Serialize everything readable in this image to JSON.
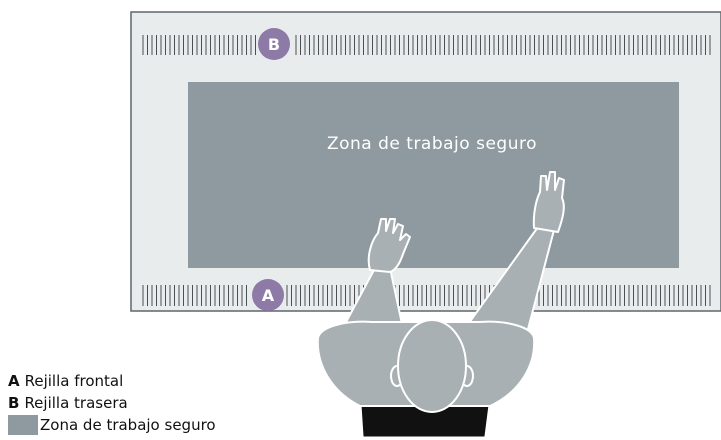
{
  "diagram": {
    "zone_label": "Zona de trabajo seguro",
    "marker_a": "A",
    "marker_b": "B"
  },
  "legend": {
    "items": [
      {
        "key": "A",
        "text": "Rejilla frontal"
      },
      {
        "key": "B",
        "text": "Rejilla trasera"
      },
      {
        "key": "",
        "text": "Zona de trabajo seguro"
      }
    ]
  },
  "colors": {
    "cabinet_fill": "#e9ecec",
    "cabinet_border": "#5d666b",
    "zone_fill": "#8e9aa0",
    "grille_stroke": "#4a4f53",
    "marker_fill": "#8d7aa6",
    "marker_text": "#ffffff",
    "person_fill": "#a8b0b4",
    "person_outline": "#ffffff",
    "chair": "#111111"
  }
}
